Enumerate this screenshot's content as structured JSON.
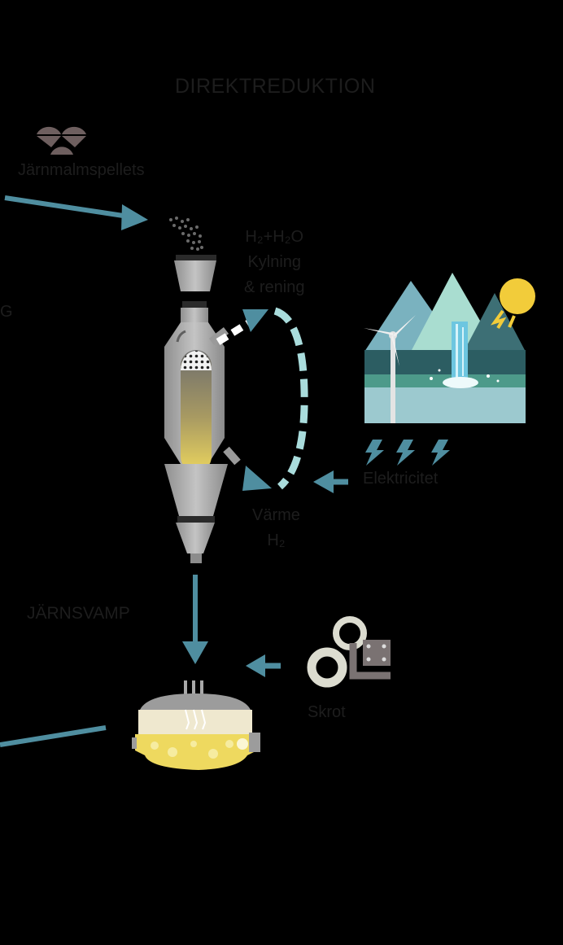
{
  "title": "DIREKTREDUKTION",
  "ore": {
    "label": "Järnmalmspellets"
  },
  "edge_text": "G",
  "gas_top": {
    "line1": "H₂+H₂O",
    "line2": "Kylning",
    "line3": "& rening"
  },
  "electricity": {
    "label": "Elektricitet"
  },
  "hydrogen_in": {
    "line1": "Värme",
    "line2": "H₂"
  },
  "sponge_iron": {
    "label": "JÄRNSVAMP"
  },
  "scrap": {
    "label": "Skrot"
  },
  "colors": {
    "arrow": "#4f8ea0",
    "gas_loop": "#a9dcdc",
    "furnace_steel": "#a6a6a6",
    "hot_yellow": "#e8cf5a",
    "sun": "#f2cc3a",
    "background": "#000000"
  },
  "icons": [
    "ore-pile-icon",
    "pellets-icon",
    "shaft-furnace-icon",
    "landscape-power-icon",
    "wind-turbine-icon",
    "waterfall-icon",
    "sun-icon",
    "lightning-icon",
    "scrap-icon",
    "arc-furnace-icon"
  ]
}
